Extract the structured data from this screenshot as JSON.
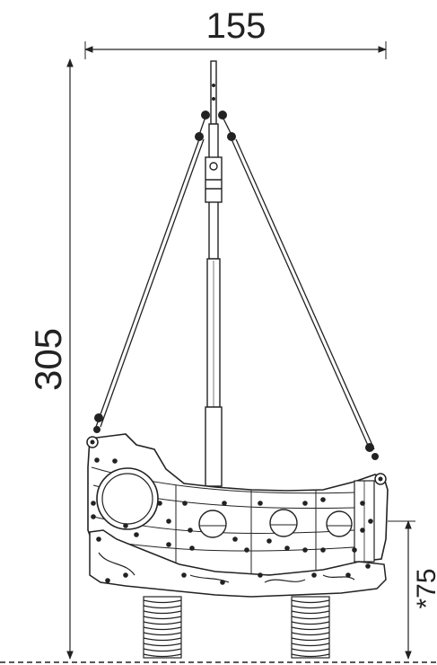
{
  "dimensions": {
    "width_label": "155",
    "height_label": "305",
    "spring_label": "*75"
  },
  "colors": {
    "ink": "#222222",
    "background": "#ffffff"
  }
}
